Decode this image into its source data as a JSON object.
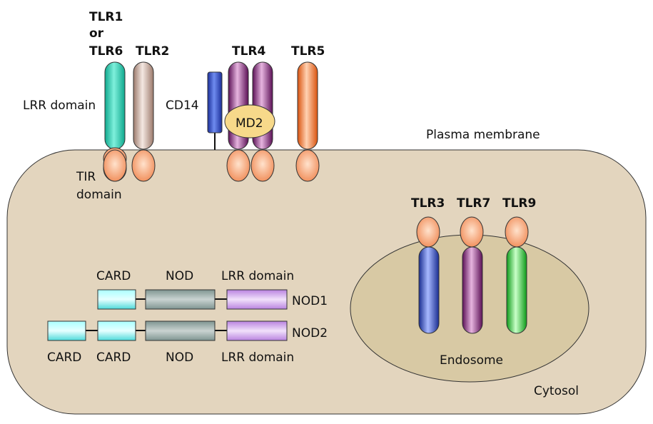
{
  "labels": {
    "tlr1": "TLR1",
    "or": "or",
    "tlr6": "TLR6",
    "tlr2": "TLR2",
    "tlr4": "TLR4",
    "tlr5": "TLR5",
    "tlr3": "TLR3",
    "tlr7": "TLR7",
    "tlr9": "TLR9",
    "lrr_domain": "LRR domain",
    "cd14": "CD14",
    "md2": "MD2",
    "plasma_membrane": "Plasma membrane",
    "tir": "TIR",
    "domain": "domain",
    "card": "CARD",
    "nod": "NOD",
    "lrr_domain_nod1": "LRR domain",
    "nod1": "NOD1",
    "nod2": "NOD2",
    "card2a": "CARD",
    "card2b": "CARD",
    "nod_bottom": "NOD",
    "lrr_domain_bottom": "LRR domain",
    "endosome": "Endosome",
    "cytosol": "Cytosol"
  },
  "colors": {
    "cell_fill": "#e3d5be",
    "endosome_fill": "#d8c9a4",
    "tir_orange": "#f29a68",
    "tlr1_teal": "#1fc7a8",
    "tlr2_taupe": "#b8988a",
    "tlr4_purple": "#7d1b73",
    "tlr5_orange": "#f06a20",
    "cd14_blue": "#2b46b8",
    "md2_yellow": "#f7d98a",
    "tlr3_blue": "#2a3fb0",
    "tlr7_purple": "#7a2070",
    "tlr9_green": "#1fc02a",
    "card_cyan": "#5fe6e6",
    "nod_gray": "#8fa6a2",
    "lrr_lilac": "#c69ae6"
  }
}
